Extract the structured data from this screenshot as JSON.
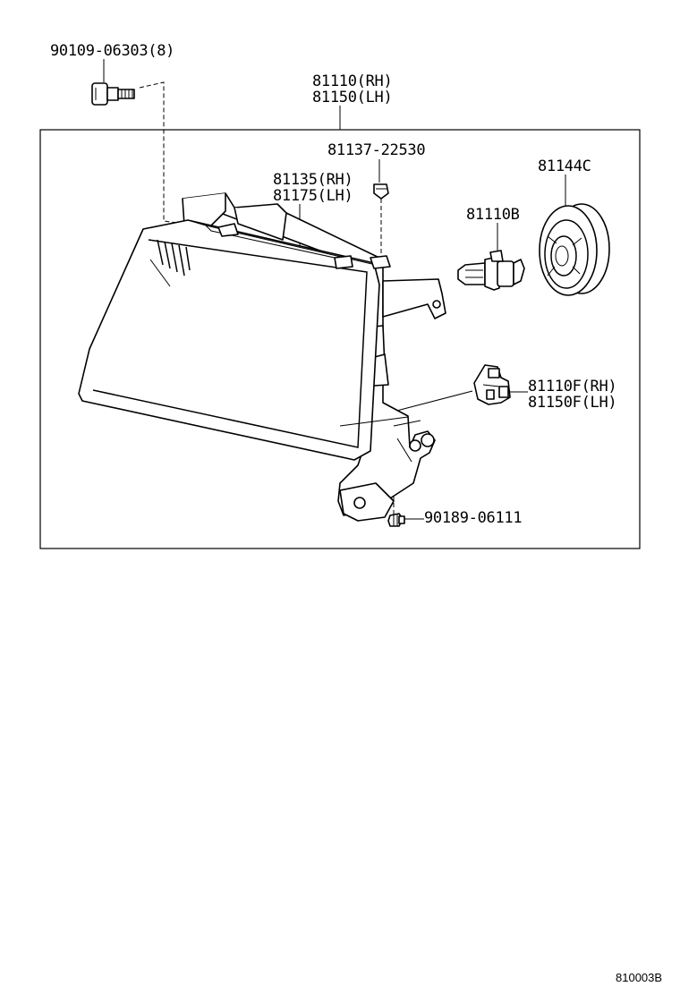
{
  "labels": {
    "bolt": "90109-06303(8)",
    "unit_rh": "81110(RH)",
    "unit_lh": "81150(LH)",
    "clip": "81137-22530",
    "lens_rh": "81135(RH)",
    "lens_lh": "81175(LH)",
    "cover": "81144C",
    "bulb": "81110B",
    "socket_rh": "81110F(RH)",
    "socket_lh": "81150F(LH)",
    "nut": "90189-06111"
  },
  "reference": "810003B"
}
